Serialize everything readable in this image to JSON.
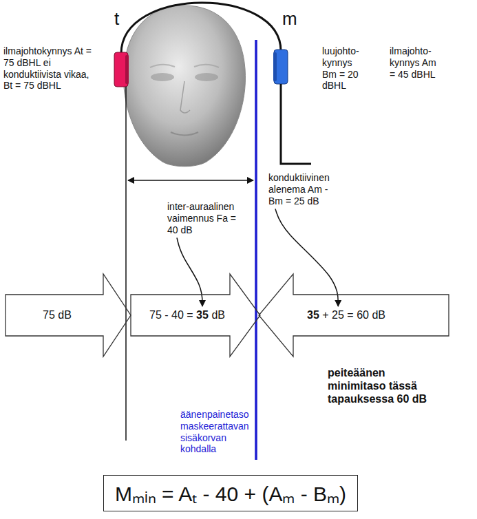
{
  "diagram": {
    "nodes": [
      {
        "text": [
          "75 dB"
        ]
      },
      {
        "text": [
          "75 - 40 =",
          "35",
          "dB"
        ]
      },
      {
        "text": [
          "35",
          "+ 25 = 60 dB"
        ]
      },
      {
        "text": [
          "Mₘᵢₙ = Aₜ - 40 + (Aₘ - Bₘ)"
        ]
      }
    ],
    "labels": [
      "t",
      "m",
      "ilmajohtokynnys At = 75 dBHL ei konduktiivista vikaa, Bt = 75 dBHL",
      "luujohto- kynnys Bm = 20 dBHL",
      "ilmajohto- kynnys Am = 45 dBHL",
      "konduktiivinen alenema Am - Bm = 25 dB",
      "inter-auraalinen vaimennus Fa = 40 dB",
      "peiteäänen minimitaso tässä tapauksessa 60 dB",
      "äänenpainetaso maskeerattavan sisäkorvan kohdalla"
    ]
  }
}
